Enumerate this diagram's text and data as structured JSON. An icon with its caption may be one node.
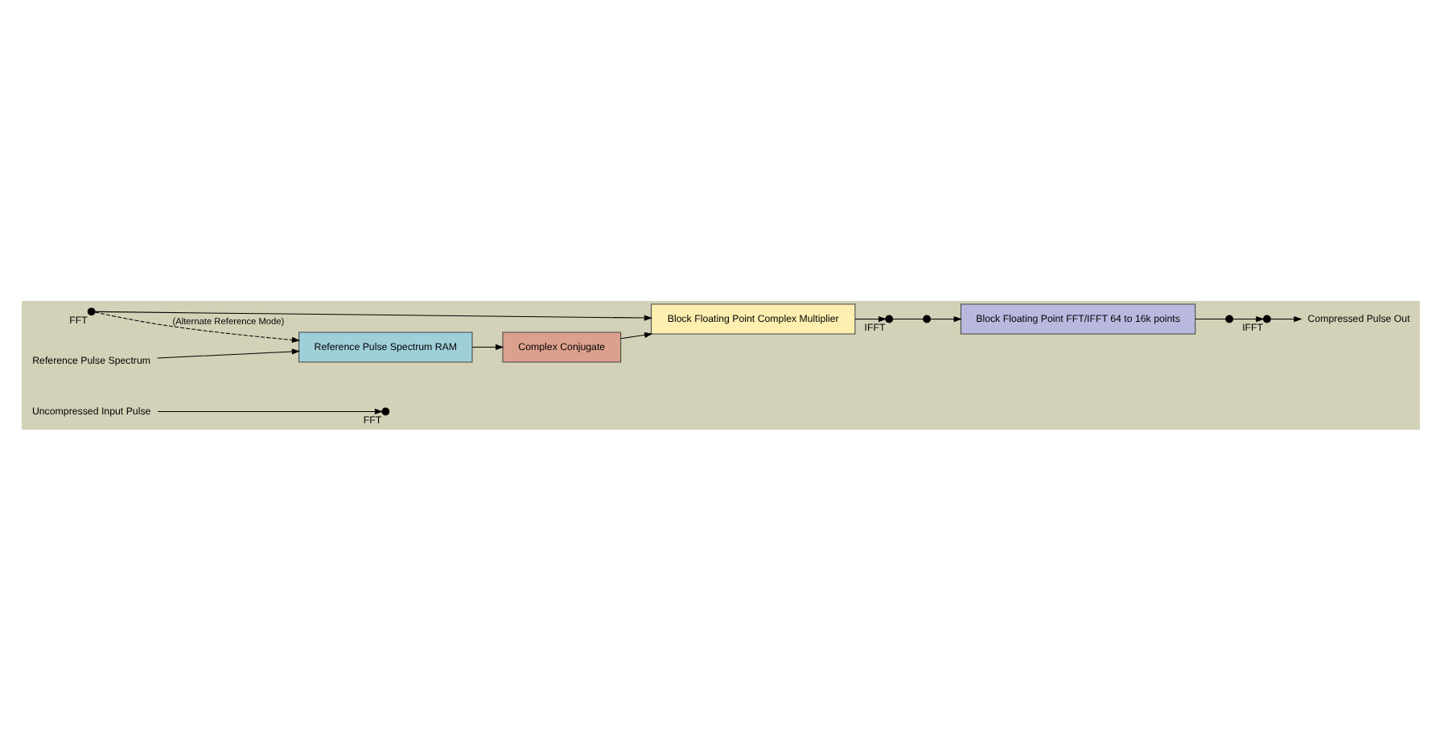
{
  "diagram": {
    "nodes": [
      {
        "text": [
          "Uncompressed Input Pulse"
        ]
      },
      {
        "text": [],
        "shape": "circle",
        "beside": [
          "IFFT"
        ]
      },
      {
        "text": [],
        "shape": "circle",
        "beside": [
          "FFT"
        ]
      },
      {
        "text": [],
        "shape": "circle"
      },
      {
        "text": [
          "Block Floating Point FFT/IFFT 64 to 16k points"
        ]
      },
      {
        "text": [],
        "shape": "circle"
      },
      {
        "text": [],
        "shape": "circle",
        "beside": [
          "IFFT"
        ]
      },
      {
        "text": [],
        "shape": "circle",
        "beside": [
          "FFT"
        ]
      },
      {
        "text": [
          "Compressed Pulse Out"
        ]
      },
      {
        "text": [
          "Block Floating Point Complex Multiplier"
        ]
      },
      {
        "text": [
          "Complex Conjugate"
        ]
      },
      {
        "text": [
          "Reference Pulse Spectrum RAM"
        ]
      },
      {
        "text": [
          "Reference Pulse Spectrum"
        ]
      }
    ],
    "edges": [
      {
        "from": 0,
        "to": 2,
        "arrow": "to"
      },
      {
        "from": 9,
        "to": 1,
        "arrow": "to"
      },
      {
        "from": 1,
        "to": 3,
        "arrow": "none"
      },
      {
        "from": 3,
        "to": 4,
        "arrow": "to"
      },
      {
        "from": 4,
        "to": 5,
        "arrow": "none"
      },
      {
        "from": 5,
        "to": 6,
        "arrow": "to"
      },
      {
        "from": 6,
        "to": 8,
        "arrow": "to"
      },
      {
        "from": 7,
        "to": 9,
        "arrow": "to"
      },
      {
        "from": 7,
        "to": 11,
        "arrow": "to",
        "style": "dashed",
        "label": "(Alternate Reference Mode)"
      },
      {
        "from": 11,
        "to": 10,
        "arrow": "to"
      },
      {
        "from": 10,
        "to": 9,
        "arrow": "to"
      },
      {
        "from": 12,
        "to": 11,
        "arrow": "to"
      }
    ]
  }
}
